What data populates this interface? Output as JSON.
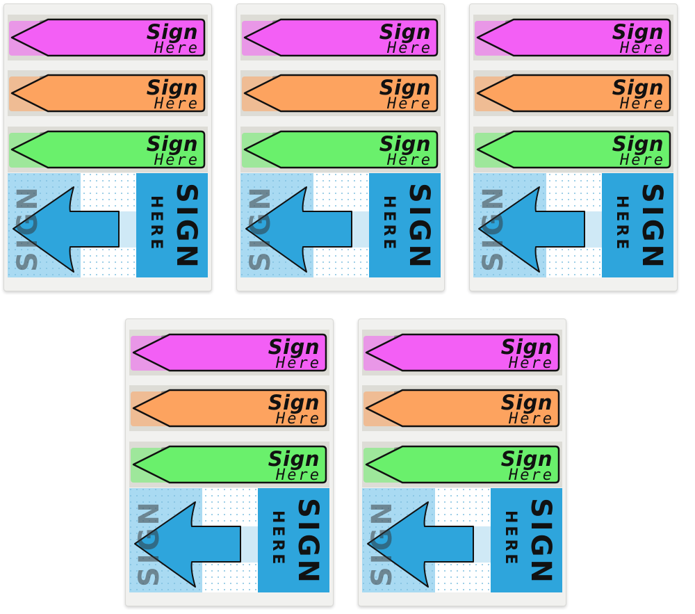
{
  "packs": [
    {
      "flags": [
        {
          "color": "pink"
        },
        {
          "color": "orange"
        },
        {
          "color": "green"
        }
      ]
    },
    {
      "flags": [
        {
          "color": "pink"
        },
        {
          "color": "orange"
        },
        {
          "color": "green"
        }
      ]
    },
    {
      "flags": [
        {
          "color": "pink"
        },
        {
          "color": "orange"
        },
        {
          "color": "green"
        }
      ]
    },
    {
      "flags": [
        {
          "color": "pink"
        },
        {
          "color": "orange"
        },
        {
          "color": "green"
        }
      ]
    },
    {
      "flags": [
        {
          "color": "pink"
        },
        {
          "color": "orange"
        },
        {
          "color": "green"
        }
      ]
    }
  ],
  "flag_text": {
    "line1": "Sign",
    "line2": "Here",
    "mirrored": "Sign\nHere"
  },
  "big_flag_text": {
    "sign": "SIGN",
    "here": "HERE",
    "mirrored": "SIGN"
  },
  "colors": {
    "pink": "#f35ff5",
    "orange": "#fda35f",
    "green": "#6af06c",
    "blue": "#2ea5dc",
    "light_blue": "#a9daf2"
  }
}
